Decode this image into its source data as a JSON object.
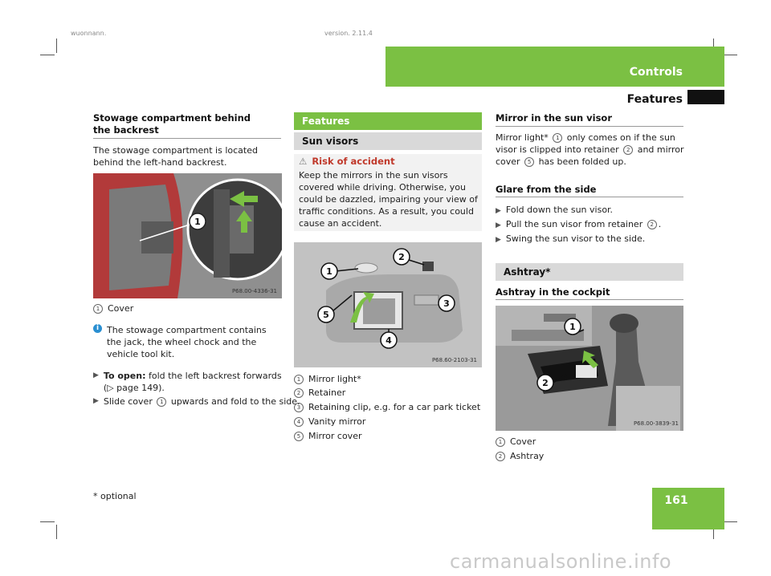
{
  "header": {
    "meta_left": "wuonnann,",
    "meta_right": "version. 2.11.4",
    "tab_label": "Controls",
    "section_title": "Features"
  },
  "col1": {
    "heading": "Stowage compartment behind the backrest",
    "intro": "The stowage compartment is located behind the left-hand backrest.",
    "image_code": "P68.00-4336-31",
    "legend": [
      {
        "num": "1",
        "text": "Cover"
      }
    ],
    "info": "The stowage compartment contains the jack, the wheel chock and the vehicle tool kit.",
    "step1_bold": "To open:",
    "step1_text": "fold the left backrest forwards",
    "step1_ref": "(▷ page 149).",
    "step2_a": "Slide cover",
    "step2_num": "1",
    "step2_b": "upwards and fold to the side."
  },
  "col2": {
    "features_bar": "Features",
    "sun_visors_bar": "Sun visors",
    "warning_title": "Risk of accident",
    "warning_text": "Keep the mirrors in the sun visors covered while driving. Otherwise, you could be dazzled, impairing your view of traffic conditions. As a result, you could cause an accident.",
    "image_code": "P68.60-2103-31",
    "legend": [
      {
        "num": "1",
        "text": "Mirror light*"
      },
      {
        "num": "2",
        "text": "Retainer"
      },
      {
        "num": "3",
        "text": "Retaining clip, e.g. for a car park ticket"
      },
      {
        "num": "4",
        "text": "Vanity mirror"
      },
      {
        "num": "5",
        "text": "Mirror cover"
      }
    ]
  },
  "col3": {
    "mirror_heading": "Mirror in the sun visor",
    "mirror_text_a": "Mirror light*",
    "mirror_num1": "1",
    "mirror_text_b": "only comes on if the sun visor is clipped into retainer",
    "mirror_num2": "2",
    "mirror_text_c": "and mirror cover",
    "mirror_num5": "5",
    "mirror_text_d": "has been folded up.",
    "glare_heading": "Glare from the side",
    "glare_steps": [
      "Fold down the sun visor.",
      "Pull the sun visor from retainer",
      "Swing the sun visor to the side."
    ],
    "glare_step2_num": "2",
    "ashtray_bar": "Ashtray*",
    "ashtray_heading": "Ashtray in the cockpit",
    "image_code": "P68.00-3839-31",
    "legend": [
      {
        "num": "1",
        "text": "Cover"
      },
      {
        "num": "2",
        "text": "Ashtray"
      }
    ]
  },
  "footer": {
    "page_number": "161",
    "footnote": "* optional",
    "watermark": "carmanualsonline.info"
  },
  "colors": {
    "accent_green": "#7bc043",
    "warning_gray": "#f2f2f2",
    "bar_gray": "#d9d9d9",
    "info_blue": "#2a8fd1"
  }
}
